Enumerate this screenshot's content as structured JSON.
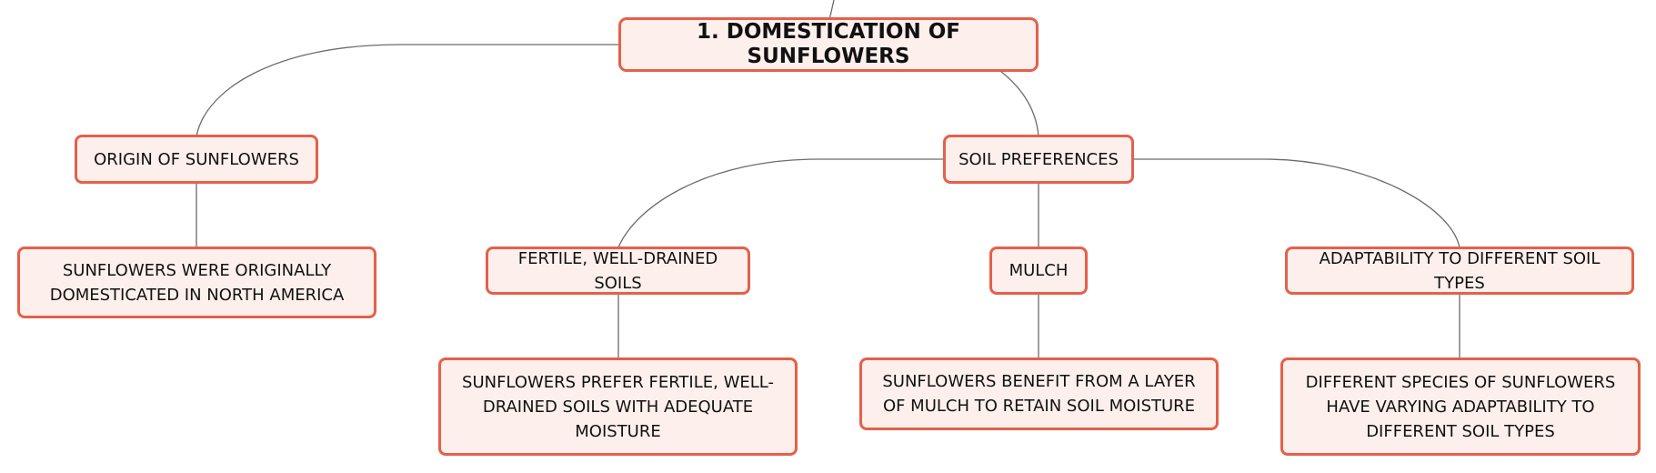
{
  "diagram": {
    "type": "mind-map",
    "colors": {
      "node_border": "#e5604a",
      "node_fill": "#fdf0ec",
      "connector": "#6b6b6b",
      "text": "#111111"
    },
    "root": {
      "label": "1. DOMESTICATION OF SUNFLOWERS"
    },
    "branches": {
      "origin": {
        "label": "ORIGIN OF SUNFLOWERS",
        "detail": "SUNFLOWERS WERE ORIGINALLY DOMESTICATED IN NORTH AMERICA"
      },
      "soil": {
        "label": "SOIL PREFERENCES",
        "children": {
          "fertile": {
            "label": "FERTILE, WELL-DRAINED SOILS",
            "detail": "SUNFLOWERS PREFER FERTILE, WELL-DRAINED SOILS WITH ADEQUATE MOISTURE"
          },
          "mulch": {
            "label": "MULCH",
            "detail": "SUNFLOWERS BENEFIT FROM A LAYER OF MULCH TO RETAIN SOIL MOISTURE"
          },
          "adaptability": {
            "label": "ADAPTABILITY TO DIFFERENT SOIL TYPES",
            "detail": "DIFFERENT SPECIES OF SUNFLOWERS HAVE VARYING ADAPTABILITY TO DIFFERENT SOIL TYPES"
          }
        }
      }
    }
  }
}
